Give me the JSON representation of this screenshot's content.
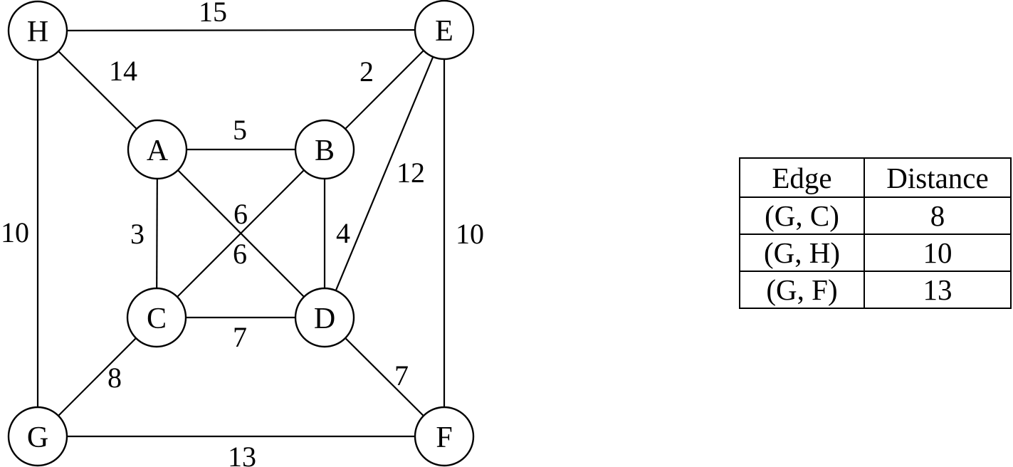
{
  "graph": {
    "highlight_fill": "#f9c6c3",
    "node_fill": "#ffffff",
    "highlighted_node": "G",
    "nodes": [
      {
        "id": "H",
        "label": "H"
      },
      {
        "id": "E",
        "label": "E"
      },
      {
        "id": "A",
        "label": "A"
      },
      {
        "id": "B",
        "label": "B"
      },
      {
        "id": "C",
        "label": "C"
      },
      {
        "id": "D",
        "label": "D"
      },
      {
        "id": "G",
        "label": "G"
      },
      {
        "id": "F",
        "label": "F"
      }
    ],
    "edges": [
      {
        "from": "H",
        "to": "E",
        "weight": "15"
      },
      {
        "from": "H",
        "to": "A",
        "weight": "14"
      },
      {
        "from": "H",
        "to": "G",
        "weight": "10"
      },
      {
        "from": "E",
        "to": "B",
        "weight": "2"
      },
      {
        "from": "E",
        "to": "D",
        "weight": "12"
      },
      {
        "from": "E",
        "to": "F",
        "weight": "10"
      },
      {
        "from": "A",
        "to": "B",
        "weight": "5"
      },
      {
        "from": "A",
        "to": "C",
        "weight": "3"
      },
      {
        "from": "A",
        "to": "D",
        "weight": "6"
      },
      {
        "from": "B",
        "to": "C",
        "weight": "6"
      },
      {
        "from": "B",
        "to": "D",
        "weight": "4"
      },
      {
        "from": "C",
        "to": "D",
        "weight": "7"
      },
      {
        "from": "C",
        "to": "G",
        "weight": "8"
      },
      {
        "from": "D",
        "to": "F",
        "weight": "7"
      },
      {
        "from": "G",
        "to": "F",
        "weight": "13"
      }
    ]
  },
  "table": {
    "headers": [
      "Edge",
      "Distance"
    ],
    "rows": [
      [
        "(G, C)",
        "8"
      ],
      [
        "(G, H)",
        "10"
      ],
      [
        "(G, F)",
        "13"
      ]
    ]
  }
}
